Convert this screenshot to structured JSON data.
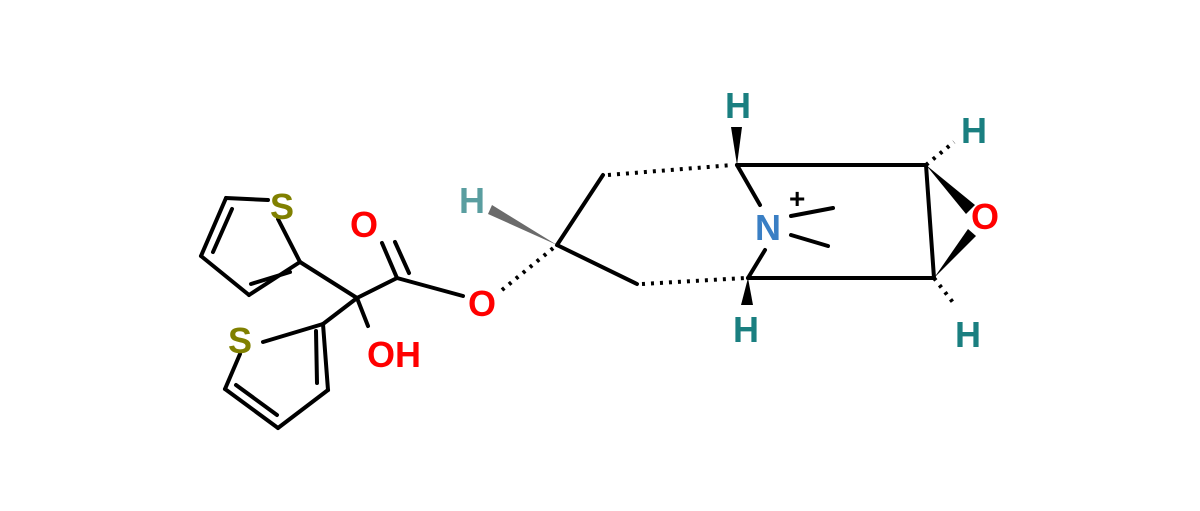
{
  "molecule": {
    "atoms": {
      "s_top": "S",
      "s_bottom": "S",
      "o_carbonyl": "O",
      "o_ester": "O",
      "oh": "OH",
      "n": "N",
      "charge": "+",
      "o_epoxide": "O",
      "h_left": "H",
      "h_top_bridgehead": "H",
      "h_bottom_bridgehead": "H",
      "h_top_right": "H",
      "h_bottom_right": "H"
    }
  },
  "colors": {
    "bond": "#000000",
    "sulfur": "#808000",
    "oxygen": "#ff0000",
    "nitrogen": "#3a7fc4",
    "hydrogen": "#1a7f80",
    "hydrogen_light": "#5a9ea0"
  }
}
